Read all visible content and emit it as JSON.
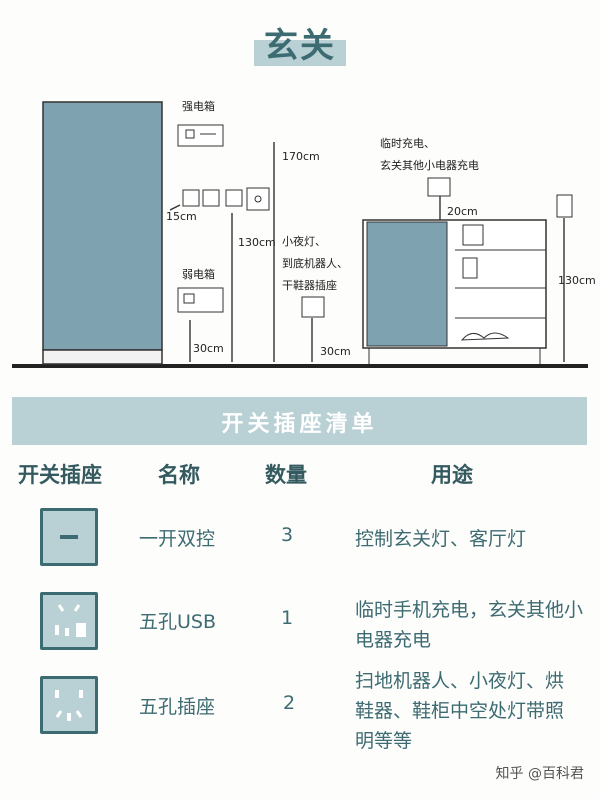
{
  "title": "玄关",
  "diagram": {
    "labels": {
      "strong_box": "强电箱",
      "weak_box": "弱电箱",
      "h170": "170cm",
      "h130_left": "130cm",
      "h15": "15cm",
      "h30_left": "30cm",
      "night_light_line1": "小夜灯、",
      "night_light_line2": "到底机器人、",
      "night_light_line3": "干鞋器插座",
      "h30_mid": "30cm",
      "temp_charge_line1": "临时充电、",
      "temp_charge_line2": "玄关其他小电器充电",
      "h20": "20cm",
      "h130_right": "130cm"
    }
  },
  "checklist": {
    "title": "开关插座清单",
    "headers": [
      "开关插座",
      "名称",
      "数量",
      "用途"
    ],
    "rows": [
      {
        "icon": "one-gang-switch-icon",
        "name": "一开双控",
        "qty": "3",
        "usage": "控制玄关灯、客厅灯"
      },
      {
        "icon": "usb-socket-icon",
        "name": "五孔USB",
        "qty": "1",
        "usage": "临时手机充电，玄关其他小电器充电"
      },
      {
        "icon": "five-hole-socket-icon",
        "name": "五孔插座",
        "qty": "2",
        "usage": "扫地机器人、小夜灯、烘鞋器、鞋柜中空处灯带照明等等"
      }
    ]
  },
  "footer": "知乎 @百科君",
  "colors": {
    "accent": "#b9d0d4",
    "dark": "#3d6b72"
  }
}
